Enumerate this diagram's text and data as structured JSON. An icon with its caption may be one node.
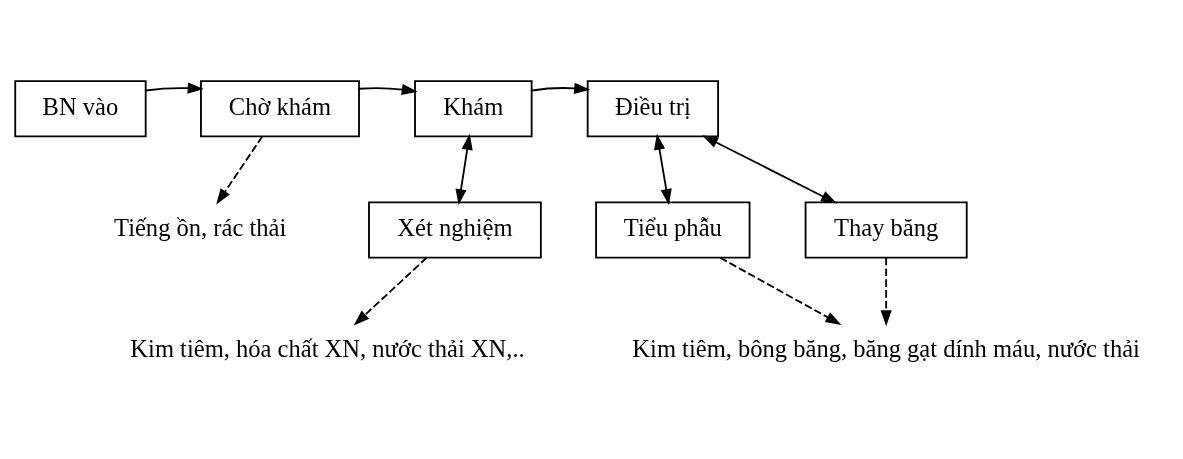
{
  "diagram": {
    "nodes": [
      {
        "text": [
          "BN vào"
        ]
      },
      {
        "text": [
          "Chờ khám"
        ]
      },
      {
        "text": [
          "Khám"
        ]
      },
      {
        "text": [
          "Điều trị"
        ]
      },
      {
        "text": [
          "Xét nghiệm"
        ]
      },
      {
        "text": [
          "Tiểu phẫu"
        ]
      },
      {
        "text": [
          "Thay băng"
        ]
      },
      {
        "text": [
          "Tiếng ồn, rác thải"
        ]
      },
      {
        "text": [
          "Kim tiêm, hóa chất XN, nước thải XN,.."
        ]
      },
      {
        "text": [
          "Kim tiêm, bông băng, băng gạt dính máu, nước thải"
        ]
      }
    ],
    "edges": [
      {
        "from": 0,
        "to": 1,
        "arrow": "to"
      },
      {
        "from": 1,
        "to": 2,
        "arrow": "to"
      },
      {
        "from": 2,
        "to": 3,
        "arrow": "to"
      },
      {
        "from": 2,
        "to": 4,
        "arrow": "both"
      },
      {
        "from": 3,
        "to": 5,
        "arrow": "both"
      },
      {
        "from": 3,
        "to": 6,
        "arrow": "both"
      },
      {
        "from": 1,
        "to": 7,
        "arrow": "to",
        "style": "dashed"
      },
      {
        "from": 4,
        "to": 8,
        "arrow": "to",
        "style": "dashed"
      },
      {
        "from": 5,
        "to": 9,
        "arrow": "to",
        "style": "dashed"
      },
      {
        "from": 6,
        "to": 9,
        "arrow": "to",
        "style": "dashed"
      }
    ]
  }
}
